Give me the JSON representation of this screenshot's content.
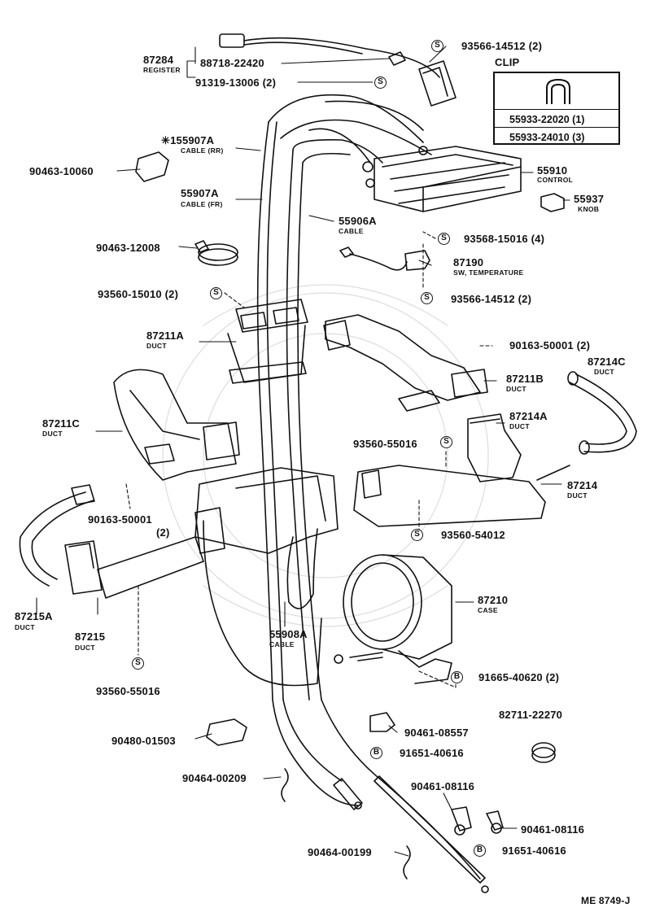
{
  "clip": {
    "title": "CLIP",
    "rows": [
      "55933-22020 (1)",
      "55933-24010 (3)"
    ]
  },
  "labels": {
    "p87284": "87284",
    "p87284_sub": "REGISTER",
    "p88718": "88718-22420",
    "p91319": "91319-13006 (2)",
    "p93566a": "93566-14512 (2)",
    "p155907A": "✳155907A",
    "p155907A_sub": "CABLE (RR)",
    "p90463a": "90463-10060",
    "p55907A": "55907A",
    "p55907A_sub": "CABLE (FR)",
    "p55910": "55910",
    "p55910_sub": "CONTROL",
    "p55937": "55937",
    "p55937_sub": "KNOB",
    "p55906A": "55906A",
    "p55906A_sub": "CABLE",
    "p93568": "93568-15016 (4)",
    "p90463b": "90463-12008",
    "p87190": "87190",
    "p87190_sub": "SW, TEMPERATURE",
    "p93560a": "93560-15010 (2)",
    "p93566b": "93566-14512 (2)",
    "p87211A": "87211A",
    "p87211A_sub": "DUCT",
    "p90163a": "90163-50001 (2)",
    "p87214C": "87214C",
    "p87214C_sub": "DUCT",
    "p87211B": "87211B",
    "p87211B_sub": "DUCT",
    "p87211C": "87211C",
    "p87211C_sub": "DUCT",
    "p87214A": "87214A",
    "p87214A_sub": "DUCT",
    "p93560b": "93560-55016",
    "p87214": "87214",
    "p87214_sub": "DUCT",
    "p90163b": "90163-50001",
    "p90163b_qty": "(2)",
    "p93560c": "93560-54012",
    "p87210": "87210",
    "p87210_sub": "CASE",
    "p87215A": "87215A",
    "p87215A_sub": "DUCT",
    "p87215": "87215",
    "p87215_sub": "DUCT",
    "p55908A": "55908A",
    "p55908A_sub": "CABLE",
    "p91665": "91665-40620 (2)",
    "p93560d": "93560-55016",
    "p82711": "82711-22270",
    "p90461a": "90461-08557",
    "p90480": "90480-01503",
    "p91651a": "91651-40616",
    "p90464a": "90464-00209",
    "p90461b": "90461-08116",
    "p90461c": "90461-08116",
    "p90464b": "90464-00199",
    "p91651b": "91651-40616",
    "drawing_no": "ME 8749-J"
  },
  "symbols": {
    "screw": "S",
    "bolt": "B"
  }
}
